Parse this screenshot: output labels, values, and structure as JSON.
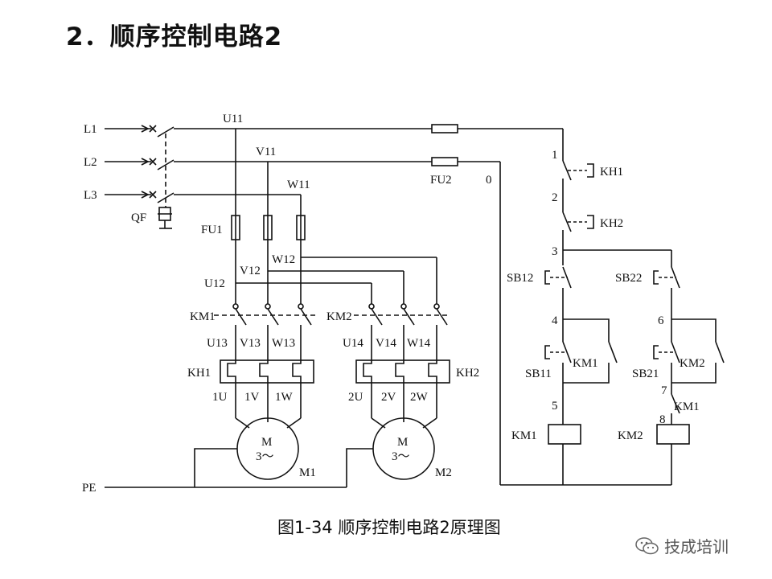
{
  "title": "2．顺序控制电路2",
  "caption": "图1-34  顺序控制电路2原理图",
  "watermark": "技成培训",
  "labels": {
    "L1": "L1",
    "L2": "L2",
    "L3": "L3",
    "PE": "PE",
    "QF": "QF",
    "U11": "U11",
    "V11": "V11",
    "W11": "W11",
    "FU1": "FU1",
    "FU2": "FU2",
    "U12": "U12",
    "V12": "V12",
    "W12": "W12",
    "KM1_main": "KM1",
    "KM2_main": "KM2",
    "U13": "U13",
    "V13": "V13",
    "W13": "W13",
    "U14": "U14",
    "V14": "V14",
    "W14": "W14",
    "KH1_main": "KH1",
    "KH2_main": "KH2",
    "1U": "1U",
    "1V": "1V",
    "1W": "1W",
    "2U": "2U",
    "2V": "2V",
    "2W": "2W",
    "M_letter": "M",
    "M_phase": "3～",
    "M1": "M1",
    "M2": "M2",
    "node0": "0",
    "node1": "1",
    "node2": "2",
    "node3": "3",
    "node4": "4",
    "node5": "5",
    "node6": "6",
    "node7": "7",
    "node8": "8",
    "KH1_ctrl": "KH1",
    "KH2_ctrl": "KH2",
    "SB12": "SB12",
    "SB22": "SB22",
    "SB11": "SB11",
    "SB21": "SB21",
    "KM1_hold": "KM1",
    "KM2_hold": "KM2",
    "KM1_interlock": "KM1",
    "KM1_coil": "KM1",
    "KM2_coil": "KM2"
  },
  "colors": {
    "line": "#111111",
    "background": "#ffffff"
  },
  "icons": {
    "watermark": "wechat-icon"
  }
}
